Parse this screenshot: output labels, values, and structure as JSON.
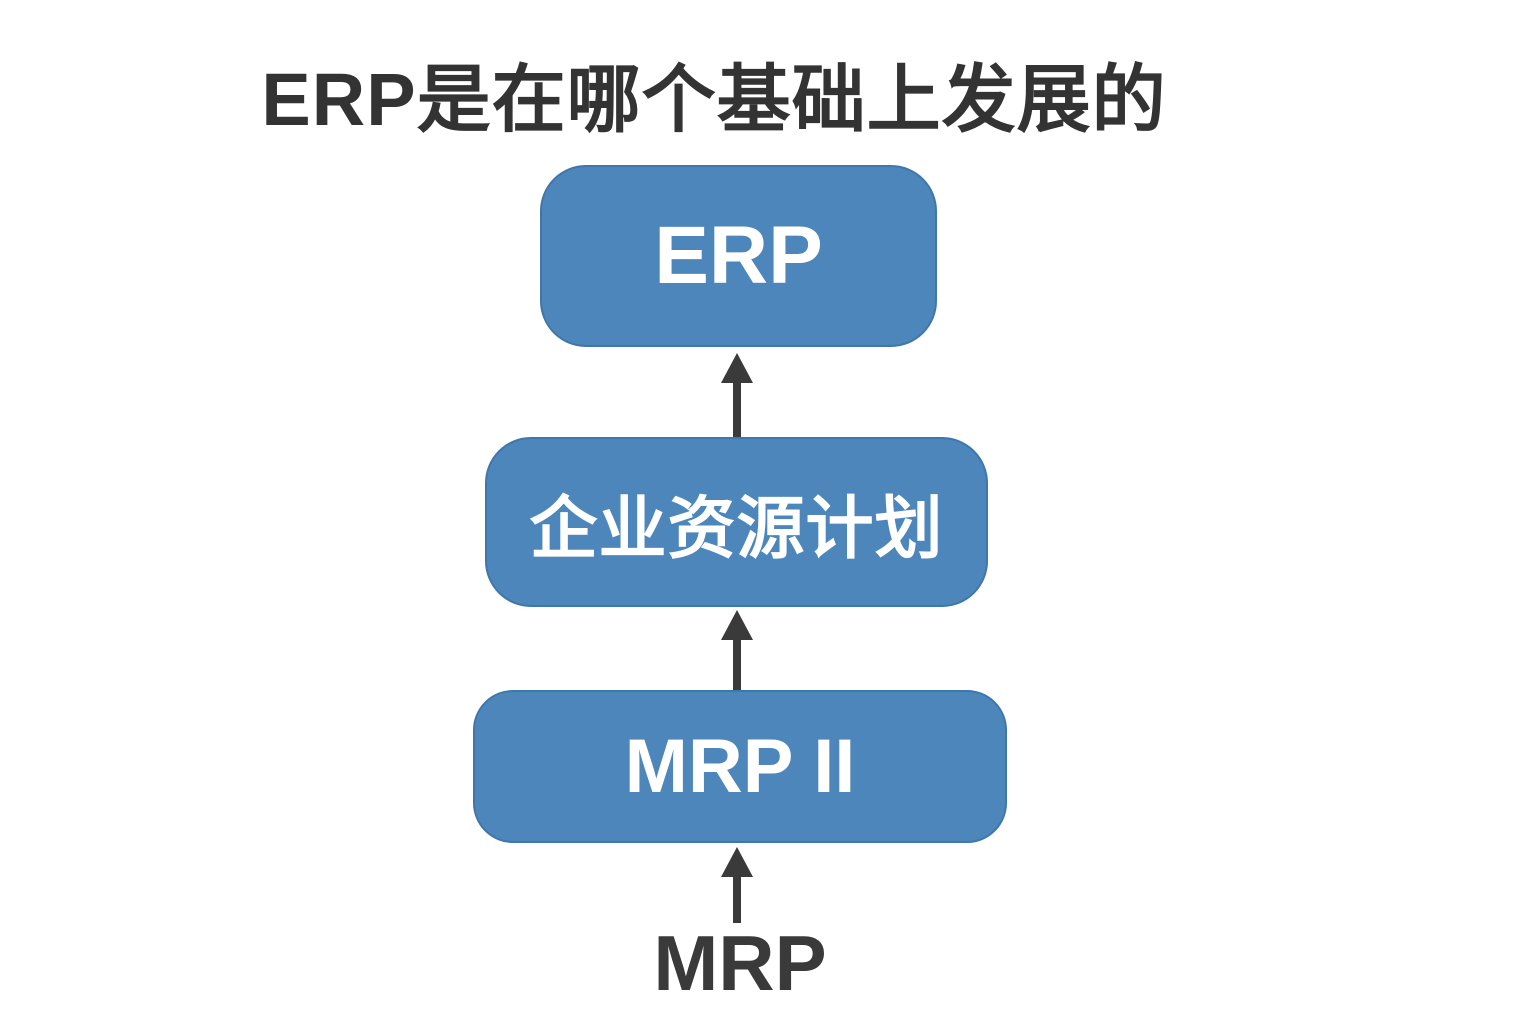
{
  "diagram": {
    "title": "ERP是在哪个基础上发展的",
    "type": "vertical-evolution-flowchart",
    "direction": "bottom-to-top",
    "nodes": [
      {
        "id": "erp",
        "label": "ERP",
        "shape": "rounded-rect"
      },
      {
        "id": "qiye",
        "label": "企业资源计划",
        "shape": "rounded-rect"
      },
      {
        "id": "mrp2",
        "label": "MRP II",
        "shape": "rounded-rect"
      },
      {
        "id": "mrp",
        "label": "MRP",
        "shape": "plain-text"
      }
    ],
    "edges": [
      {
        "from": "mrp",
        "to": "mrp2",
        "style": "arrow-up"
      },
      {
        "from": "mrp2",
        "to": "qiye",
        "style": "arrow-up"
      },
      {
        "from": "qiye",
        "to": "erp",
        "style": "arrow-up"
      }
    ],
    "colors": {
      "background": "#FFFFFF",
      "node_fill": "#4C86BA",
      "node_border": "#3F76AB",
      "node_text": "#FFFFFF",
      "arrow": "#3A3A3A",
      "title_text": "#333333"
    }
  }
}
